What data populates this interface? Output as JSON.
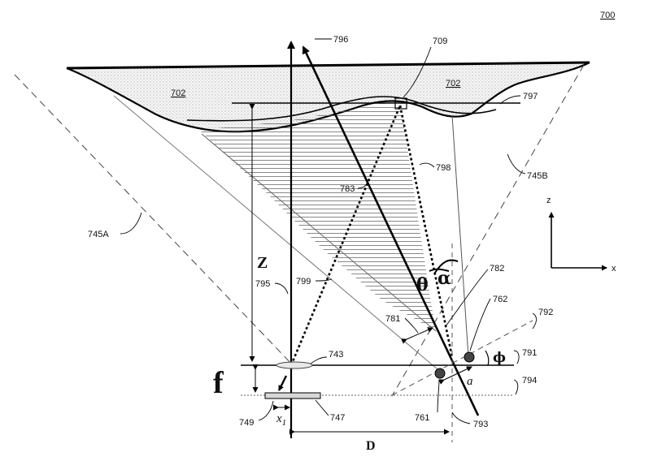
{
  "figure": {
    "number": "700",
    "surface_labels": [
      "702",
      "702"
    ],
    "refs": {
      "r709": "709",
      "r796": "796",
      "r797": "797",
      "r798": "798",
      "r745B": "745B",
      "r745A": "745A",
      "r783": "783",
      "r782": "782",
      "r762": "762",
      "r792": "792",
      "r795": "795",
      "r799": "799",
      "r781": "781",
      "r743": "743",
      "r791": "791",
      "r794": "794",
      "r749": "749",
      "r747": "747",
      "r761": "761",
      "r793": "793"
    },
    "symbols": {
      "z_dim": "Z",
      "f_dim": "f",
      "d_dim": "D",
      "x1_base": "x",
      "x1_sub": "1",
      "theta": "θ",
      "alpha": "α",
      "phi": "ϕ",
      "a": "a"
    },
    "axes": {
      "z": "z",
      "x": "x"
    }
  }
}
